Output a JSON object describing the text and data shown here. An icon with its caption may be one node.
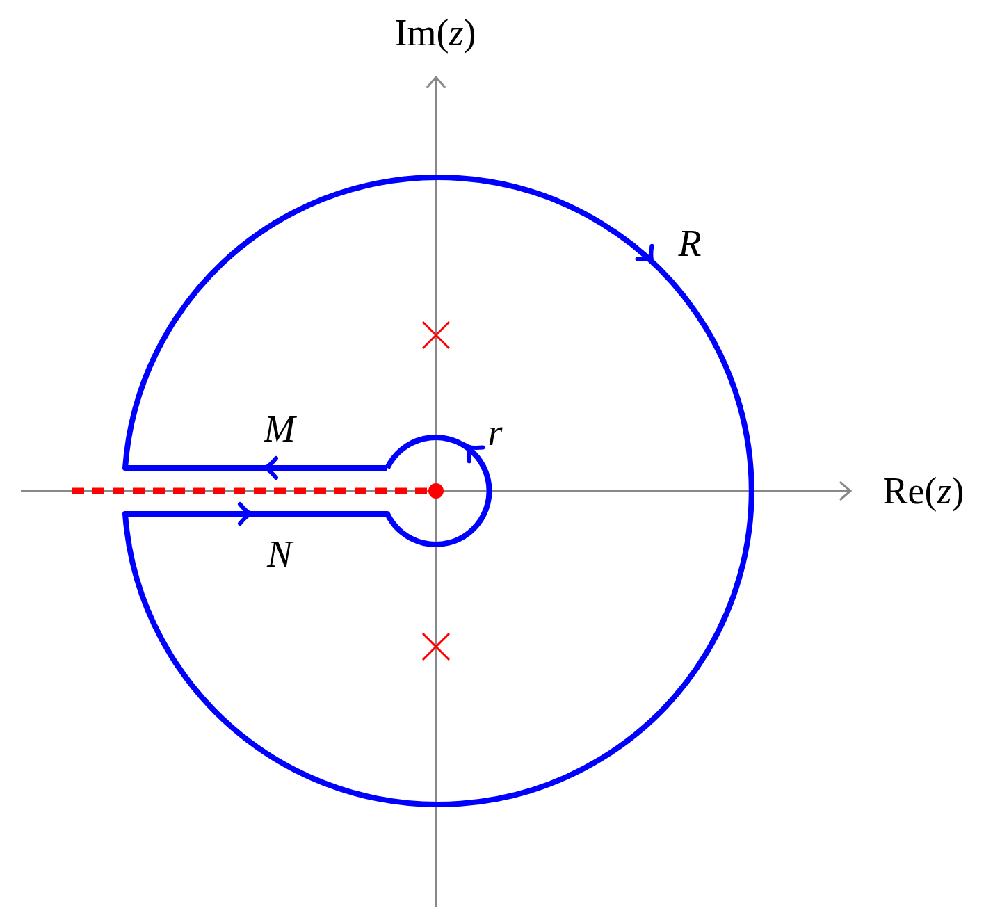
{
  "diagram": {
    "labels": [
      "Im(*z*)",
      "R",
      "r",
      "M",
      "Re(*z*)",
      "N"
    ]
  }
}
